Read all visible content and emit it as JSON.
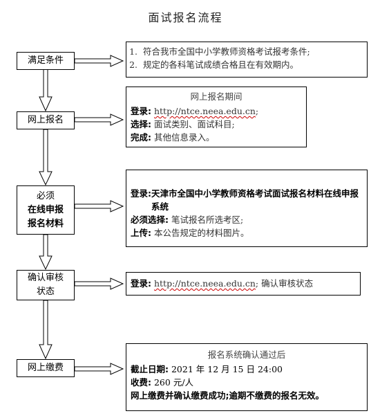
{
  "title": "面试报名流程",
  "steps": [
    {
      "label": "满足条件"
    },
    {
      "label": "网上报名"
    },
    {
      "line1": "必须",
      "line2": "在线申报",
      "line3": "报名材料"
    },
    {
      "line1": "确认审核",
      "line2": "状态"
    },
    {
      "label": "网上缴费"
    }
  ],
  "boxes": {
    "conditions": {
      "items": [
        "符合我市全国中小学教师资格考试报考条件;",
        "规定的各科笔试成绩合格且在有效期内。"
      ]
    },
    "registration": {
      "heading": "网上报名期间",
      "login_key": "登录:",
      "login_url": "http://ntce.neea.edu.cn",
      "login_tail": ";",
      "select_key": "选择:",
      "select_val": "面试类别、面试科目;",
      "complete_key": "完成:",
      "complete_val": "其他信息录入。"
    },
    "materials": {
      "login_key": "登录:",
      "login_val": "天津市全国中小学教师资格考试面试报名材料在线申报系统",
      "must_key": "必须选择:",
      "must_val": "笔试报名所选考区;",
      "upload_key": "上传:",
      "upload_val": "本公告规定的材料图片。"
    },
    "review": {
      "login_key": "登录:",
      "login_url": "http://ntce.neea.edu.cn",
      "login_tail": "; 确认审核状态"
    },
    "payment": {
      "heading": "报名系统确认通过后",
      "deadline_key": "截止日期:",
      "deadline_val": "2021 年 12 月 15 日 24:00",
      "fee_key": "收费:",
      "fee_val": "260 元/人",
      "note": "网上缴费并确认缴费成功;逾期不缴费的报名无效。"
    }
  }
}
